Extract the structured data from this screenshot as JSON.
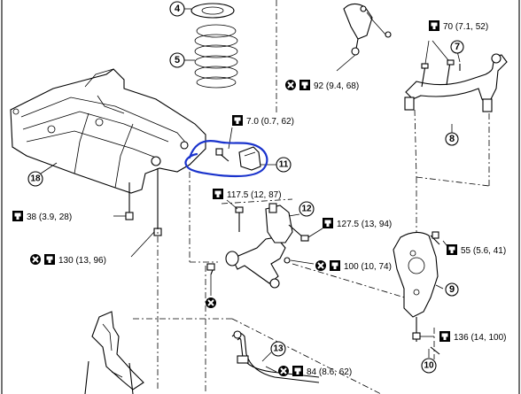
{
  "callouts": {
    "c4": "4",
    "c5": "5",
    "c7": "7",
    "c8": "8",
    "c9": "9",
    "c10": "10",
    "c11": "11",
    "c12": "12",
    "c13": "13",
    "c18": "18"
  },
  "torques": {
    "t_70": "70 (7.1, 52)",
    "t_92": "92 (9.4, 68)",
    "t_7": "7.0 (0.7, 62)",
    "t_117": "117.5 (12, 87)",
    "t_127": "127.5 (13, 94)",
    "t_38": "38 (3.9, 28)",
    "t_130": "130 (13, 96)",
    "t_100": "100 (10, 74)",
    "t_55": "55 (5.6, 41)",
    "t_136": "136 (14, 100)",
    "t_84": "84 (8.6, 62)"
  },
  "icons": {
    "torque": "torque-wrench-icon",
    "no_reuse": "do-not-reuse-icon"
  },
  "colors": {
    "annotation": "#1a33cc"
  }
}
